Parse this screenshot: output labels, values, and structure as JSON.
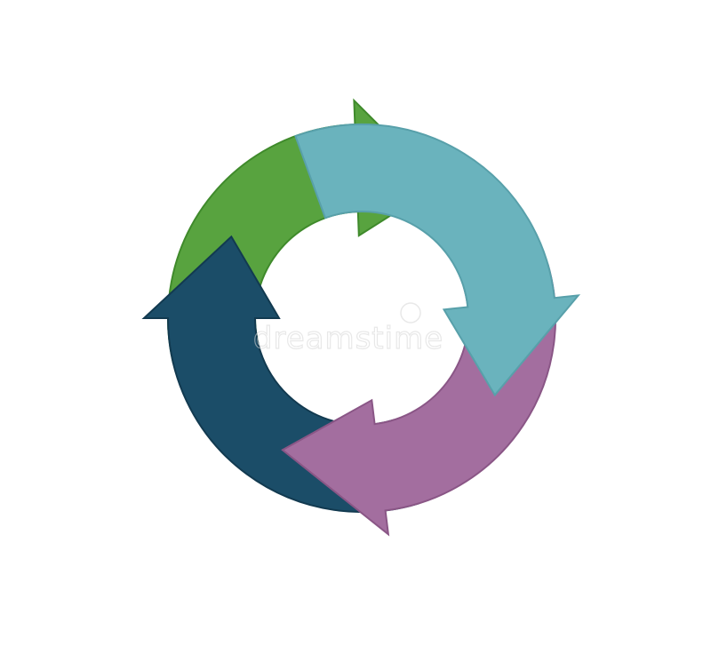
{
  "diagram": {
    "type": "four-arrow-cycle",
    "direction": "clockwise",
    "segments": [
      {
        "name": "top-left-arrow",
        "color": "#58a33f",
        "edge_color": "#3f8a2b"
      },
      {
        "name": "top-right-arrow",
        "color": "#6ab3bd",
        "edge_color": "#58a0aa"
      },
      {
        "name": "bottom-right-arrow",
        "color": "#a36e9f",
        "edge_color": "#8a5686"
      },
      {
        "name": "bottom-left-arrow",
        "color": "#1b4d68",
        "edge_color": "#123a50"
      }
    ]
  },
  "watermark": {
    "text": "dreamstime"
  }
}
